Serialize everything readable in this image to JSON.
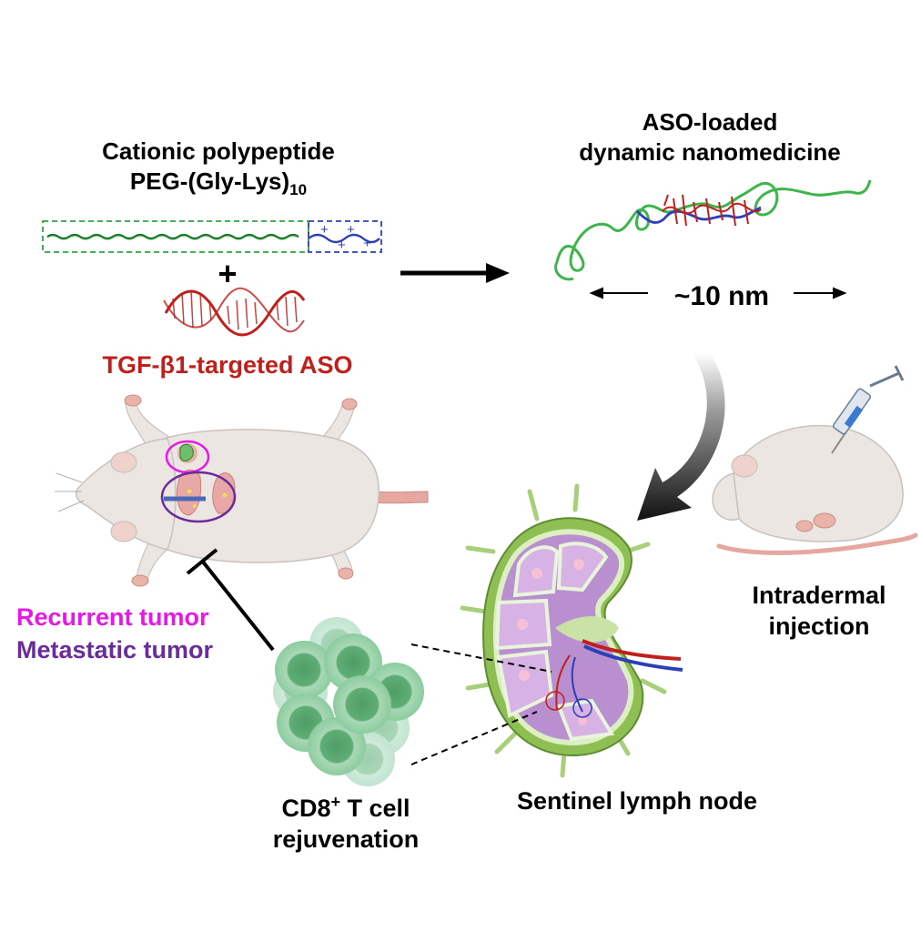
{
  "polypeptide": {
    "title_line1": "Cationic polypeptide",
    "title_line2_main": "PEG-(Gly-Lys)",
    "title_line2_sub": "10"
  },
  "plus_sign": "+",
  "aso": {
    "label": "TGF-β1-targeted ASO"
  },
  "nanomedicine": {
    "title_line1": "ASO-loaded",
    "title_line2": "dynamic nanomedicine",
    "size_label": "~10 nm"
  },
  "tumors": {
    "recurrent_label": "Recurrent tumor",
    "metastatic_label": "Metastatic tumor"
  },
  "injection": {
    "line1": "Intradermal",
    "line2": "injection"
  },
  "lymph_node": {
    "label": "Sentinel lymph node"
  },
  "tcell": {
    "line1_main": "CD8",
    "line1_sup": "+",
    "line1_rest": " T cell",
    "line2": "rejuvenation"
  },
  "colors": {
    "peg_green": "#2aa83a",
    "lys_blue": "#2b3fb8",
    "aso_red": "#c0201c",
    "recurrent_magenta": "#e619e6",
    "metastatic_purple": "#6a2c9a",
    "node_green": "#8fbf52",
    "node_purple": "#b98fcf",
    "tcell_green": "#6fbf8a",
    "mouse_body": "#ece6e3"
  }
}
